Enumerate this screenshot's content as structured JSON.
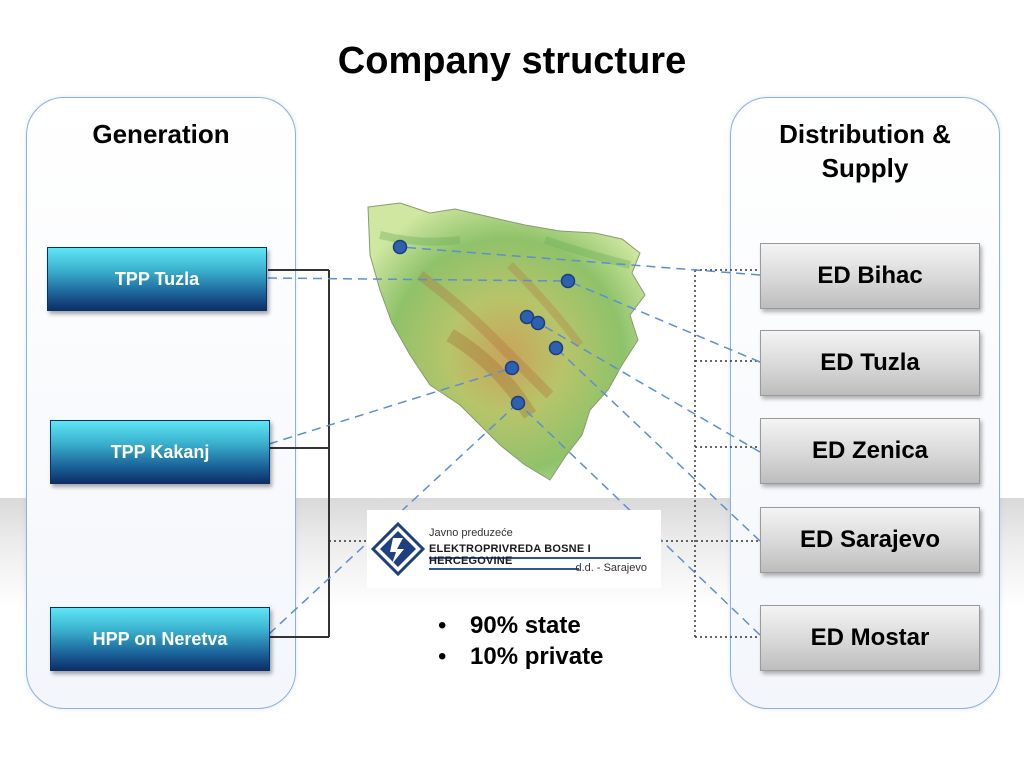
{
  "title": "Company structure",
  "generation": {
    "heading": "Generation",
    "units": [
      "TPP Tuzla",
      "TPP Kakanj",
      "HPP on Neretva"
    ]
  },
  "distribution": {
    "heading": "Distribution & Supply",
    "units": [
      "ED Bihac",
      "ED Tuzla",
      "ED Zenica",
      "ED Sarajevo",
      "ED Mostar"
    ]
  },
  "logo": {
    "line1": "Javno preduzeće",
    "line2": "ELEKTROPRIVREDA BOSNE I HERCEGOVINE",
    "line3": "d.d. - Sarajevo"
  },
  "ownership": [
    "90% state",
    "10% private"
  ],
  "colors": {
    "panel_border": "#8fb0d8",
    "gen_box_top": "#5ee6f5",
    "gen_box_bottom": "#0d2f66",
    "ed_box": "#d8d8d8",
    "connector_dashed": "#5b8fd0",
    "map_marker": "#2f5fb0"
  }
}
